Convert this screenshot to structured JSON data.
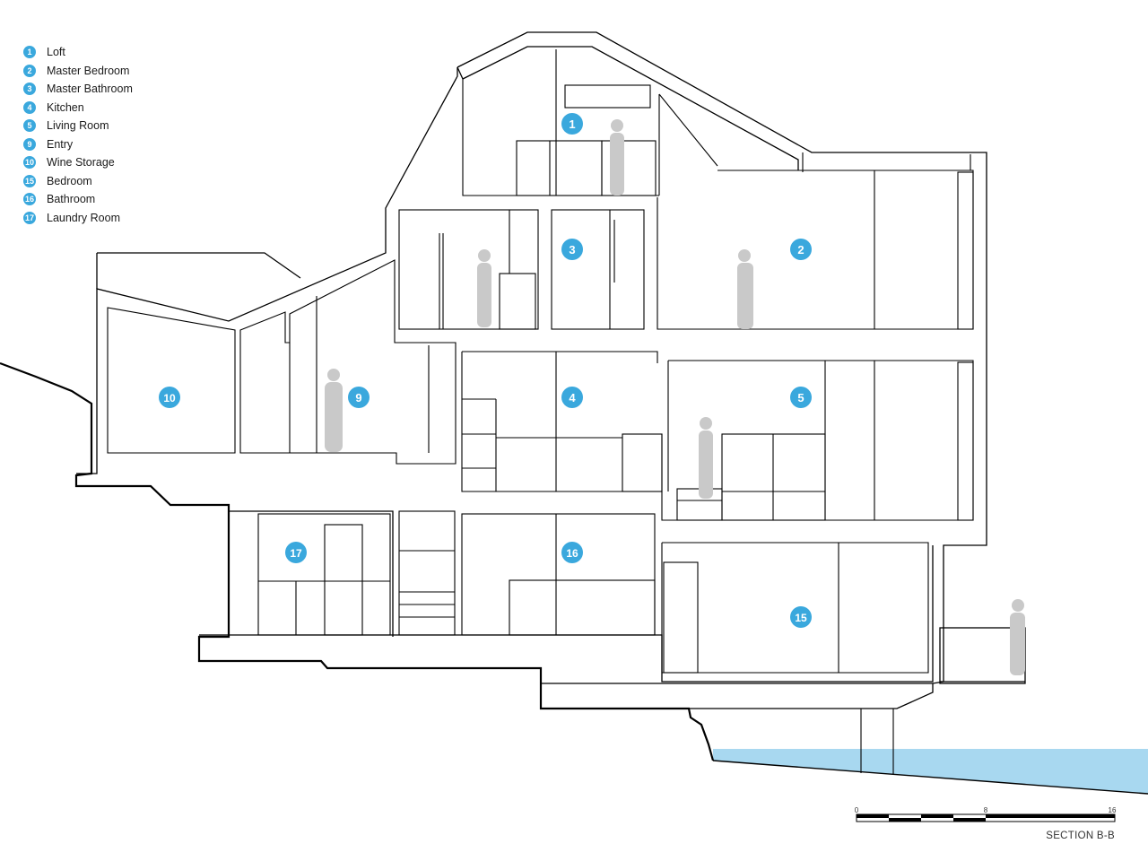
{
  "title": "SECTION B-B",
  "accent_color": "#3aa8dd",
  "water_color": "#a8d8f0",
  "legend": [
    {
      "num": "1",
      "label": "Loft"
    },
    {
      "num": "2",
      "label": "Master Bedroom"
    },
    {
      "num": "3",
      "label": "Master Bathroom"
    },
    {
      "num": "4",
      "label": "Kitchen"
    },
    {
      "num": "5",
      "label": "Living Room"
    },
    {
      "num": "9",
      "label": "Entry"
    },
    {
      "num": "10",
      "label": "Wine Storage"
    },
    {
      "num": "15",
      "label": "Bedroom"
    },
    {
      "num": "16",
      "label": "Bathroom"
    },
    {
      "num": "17",
      "label": "Laundry Room"
    }
  ],
  "rooms": {
    "r1": "1",
    "r2": "2",
    "r3": "3",
    "r4": "4",
    "r5": "5",
    "r9": "9",
    "r10": "10",
    "r15": "15",
    "r16": "16",
    "r17": "17"
  },
  "scale": {
    "labels": [
      "0",
      "8",
      "16"
    ]
  }
}
